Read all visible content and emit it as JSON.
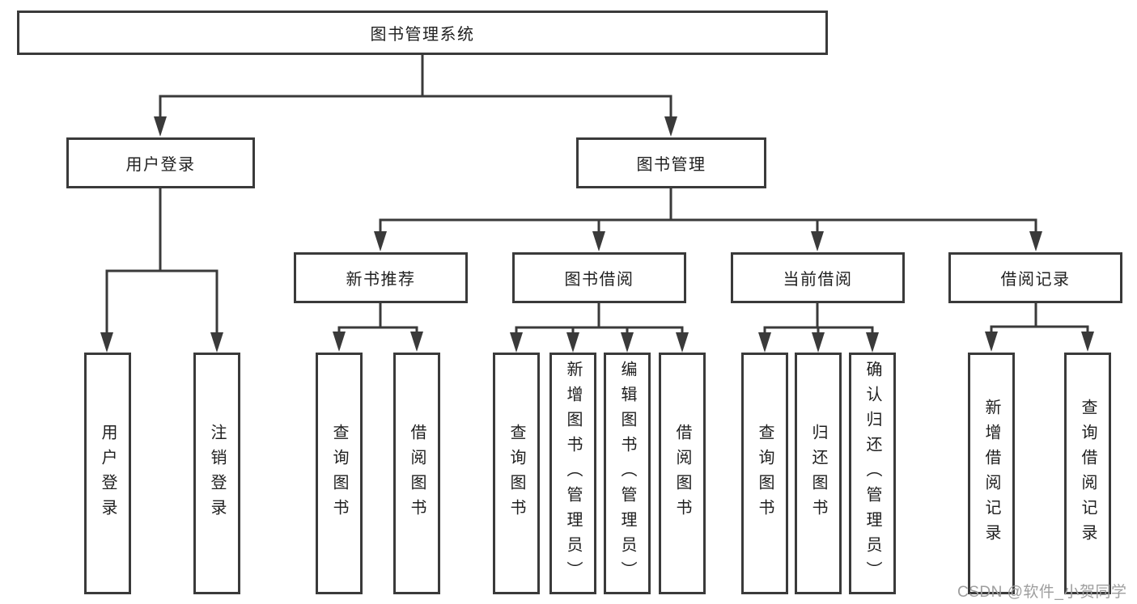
{
  "tree": {
    "label": "图书管理系统",
    "children": [
      {
        "label": "用户登录",
        "children": [
          {
            "label": "用户登录"
          },
          {
            "label": "注销登录"
          }
        ]
      },
      {
        "label": "图书管理",
        "children": [
          {
            "label": "新书推荐",
            "children": [
              {
                "label": "查询图书"
              },
              {
                "label": "借阅图书"
              }
            ]
          },
          {
            "label": "图书借阅",
            "children": [
              {
                "label": "查询图书"
              },
              {
                "label": "新增图书（管理员）"
              },
              {
                "label": "编辑图书（管理员）"
              },
              {
                "label": "借阅图书"
              }
            ]
          },
          {
            "label": "当前借阅",
            "children": [
              {
                "label": "查询图书"
              },
              {
                "label": "归还图书"
              },
              {
                "label": "确认归还（管理员）"
              }
            ]
          },
          {
            "label": "借阅记录",
            "children": [
              {
                "label": "新增借阅记录"
              },
              {
                "label": "查询借阅记录"
              }
            ]
          }
        ]
      }
    ]
  },
  "watermark": {
    "text": "CSDN @软件_小贺同学"
  },
  "colors": {
    "line": "#3a3a3a",
    "text": "#1f1f1f",
    "background": "#ffffff",
    "watermark": "#9e9e9e"
  }
}
